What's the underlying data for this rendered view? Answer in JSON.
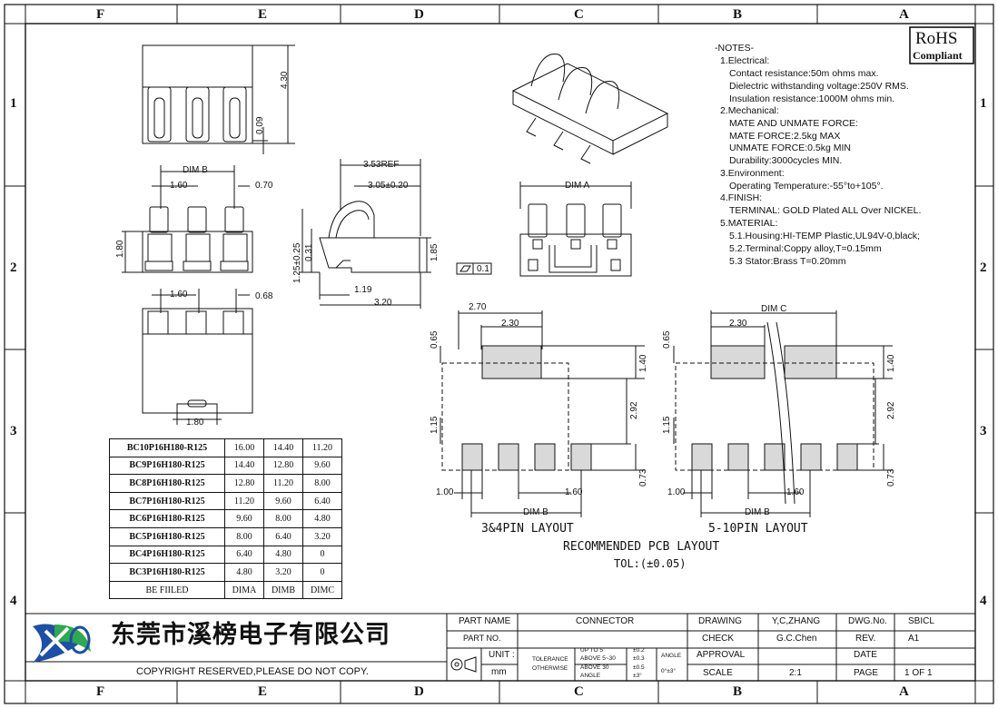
{
  "zones": {
    "top": [
      "F",
      "E",
      "D",
      "C",
      "B",
      "A"
    ],
    "left": [
      "1",
      "2",
      "3",
      "4"
    ]
  },
  "rohs": {
    "line1": "RoHS",
    "line2": "Compliant"
  },
  "notes": [
    "-NOTES-",
    "1.Electrical:",
    "Contact resistance:50m ohms max.",
    "Dielectric withstanding voltage:250V RMS.",
    "Insulation resistance:1000M ohms min.",
    "2.Mechanical:",
    "MATE AND UNMATE FORCE:",
    "MATE FORCE:2.5kg MAX",
    "UNMATE FORCE:0.5kg MIN",
    "Durability:3000cycles MIN.",
    "3.Environment:",
    "Operating Temperature:-55°to+105°.",
    "4.FINISH:",
    "TERMINAL: GOLD Plated ALL Over NICKEL.",
    "5.MATERIAL:",
    "5.1.Housing:HI-TEMP Plastic,UL94V-0,black;",
    "5.2.Terminal:Coppy alloy,T=0.15mm",
    "5.3 Stator:Brass T=0.20mm"
  ],
  "dims": {
    "d430": "4.30",
    "d009": "0.09",
    "dimb": "DIM B",
    "d160a": "1.60",
    "d070": "0.70",
    "d180v": "1.80",
    "d353": "3.53REF",
    "d305": "3.05±0.20",
    "d125": "1.25±0.25",
    "d031": "0.31",
    "d185": "1.85",
    "d119": "1.19",
    "d320": "3.20",
    "flat": "0.1",
    "dima": "DIM A",
    "d160b": "1.60",
    "d068": "0.68",
    "d180h": "1.80",
    "l_270": "2.70",
    "l_230": "2.30",
    "l_065": "0.65",
    "l_140": "1.40",
    "l_292": "2.92",
    "l_115": "1.15",
    "l_073": "0.73",
    "l_100": "1.00",
    "l_160": "1.60",
    "l_dimb": "DIM B",
    "r_dimc": "DIM C",
    "r_230": "2.30",
    "r_065": "0.65",
    "r_140": "1.40",
    "r_292": "2.92",
    "r_115": "1.15",
    "r_073": "0.73",
    "r_100": "1.00",
    "r_160": "1.60",
    "r_dimb": "DIM B"
  },
  "layout_titles": {
    "left": "3&4PIN LAYOUT",
    "right": "5-10PIN LAYOUT",
    "main": "RECOMMENDED PCB LAYOUT",
    "tol": "TOL:(±0.05)"
  },
  "parts_table": {
    "rows": [
      [
        "BC10P16H180-R125",
        "16.00",
        "14.40",
        "11.20"
      ],
      [
        "BC9P16H180-R125",
        "14.40",
        "12.80",
        "9.60"
      ],
      [
        "BC8P16H180-R125",
        "12.80",
        "11.20",
        "8.00"
      ],
      [
        "BC7P16H180-R125",
        "11.20",
        "9.60",
        "6.40"
      ],
      [
        "BC6P16H180-R125",
        "9.60",
        "8.00",
        "4.80"
      ],
      [
        "BC5P16H180-R125",
        "8.00",
        "6.40",
        "3.20"
      ],
      [
        "BC4P16H180-R125",
        "6.40",
        "4.80",
        "0"
      ],
      [
        "BC3P16H180-R125",
        "4.80",
        "3.20",
        "0"
      ]
    ],
    "footer": [
      "BE FIILED",
      "DIMA",
      "DIMB",
      "DIMC"
    ]
  },
  "title_block": {
    "company": "东莞市溪榜电子有限公司",
    "copyright": "COPYRIGHT RESERVED,PLEASE DO NOT COPY.",
    "part_name_label": "PART NAME",
    "part_name": "CONNECTOR",
    "part_no_label": "PART NO.",
    "unit_label": "UNIT :",
    "unit": "mm",
    "tolerance": "TOLERANCE",
    "otherwise": "OTHERWISE",
    "upto5": "UP TO 5",
    "above5": "ABOVE 5~30",
    "above30": "ABOVE 30",
    "angle_l": "ANGLE",
    "tol1": "±0.2",
    "tol2": "±0.3",
    "tol3": "±0.5",
    "tol4": "±3°",
    "angle": "ANGLE",
    "angle_val": "0°±3°",
    "drawing_label": "DRAWING",
    "drawing": "Y,C,ZHANG",
    "check_label": "CHECK",
    "check": "G.C.Chen",
    "approval_label": "APPROVAL",
    "scale_label": "SCALE",
    "scale": "2:1",
    "dwg_label": "DWG.No.",
    "dwg": "SBICL",
    "rev_label": "REV.",
    "rev": "A1",
    "date_label": "DATE",
    "page_label": "PAGE",
    "page": "1 OF 1"
  },
  "colors": {
    "ink": "#111111",
    "pad": "#d9d9d9",
    "logo_blue": "#1c4fa8",
    "logo_green": "#2fa84f"
  }
}
